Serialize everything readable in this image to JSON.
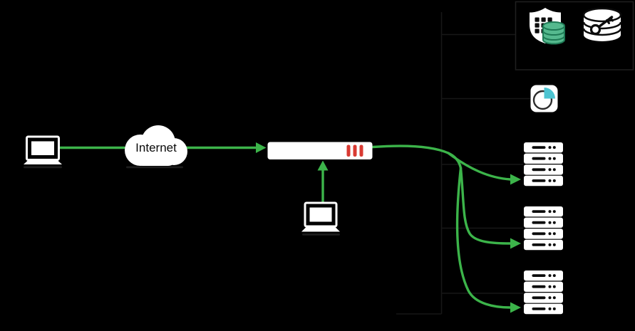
{
  "labels": {
    "internet": "Internet"
  },
  "colors": {
    "background": "#000000",
    "arrow_green": "#3CB44A",
    "appliance_red": "#D93A32",
    "database_teal": "#55B98E",
    "pie_teal": "#4DC4D1",
    "icon_white": "#FFFFFF",
    "faint_connector": "#171717",
    "icon_shadow": "#1D1D1D",
    "icon_detail_dark": "#0C0C0C"
  },
  "icons": {
    "client_laptop": "laptop-icon",
    "internet": "cloud-icon",
    "appliance": "appliance-with-red-port-bars-icon",
    "admin_laptop": "laptop-icon",
    "server_stack": "server-rack-icon",
    "shield_database": "shield-with-database-icon",
    "database_key": "database-with-key-icon",
    "pie_chart": "pie-chart-icon"
  },
  "structure": {
    "server_stacks": 3,
    "units_per_stack": 4,
    "appliance_port_bars": 3,
    "green_branch_arrows": 3
  }
}
